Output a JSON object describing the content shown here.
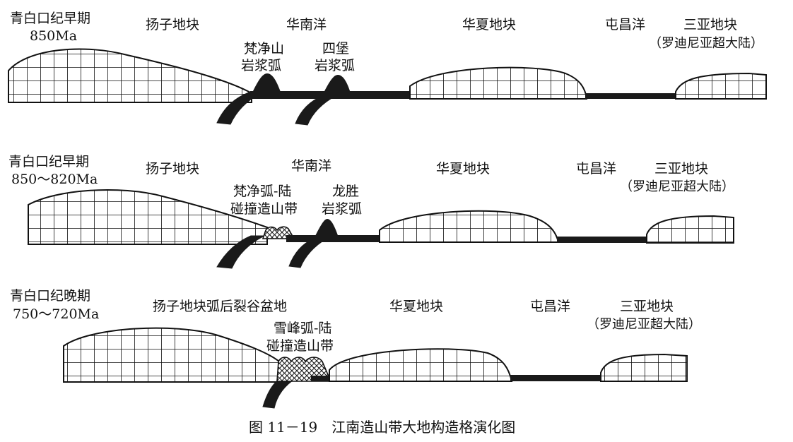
{
  "caption": "图 11－19　江南造山带大地构造格演化图",
  "stages": [
    {
      "period": "青白口纪早期",
      "age": "850Ma",
      "blocks": {
        "yangtze": "扬子地块",
        "south_china_ocean": "华南洋",
        "cathaysia": "华夏地块",
        "tunchang_ocean": "屯昌洋",
        "sanya": "三亚地块",
        "sanya_note": "（罗迪尼亚超大陆）"
      },
      "arcs": [
        {
          "line1": "梵净山",
          "line2": "岩浆弧"
        },
        {
          "line1": "四堡",
          "line2": "岩浆弧"
        }
      ]
    },
    {
      "period": "青白口纪早期",
      "age": "850～820Ma",
      "blocks": {
        "yangtze": "扬子地块",
        "south_china_ocean": "华南洋",
        "cathaysia": "华夏地块",
        "tunchang_ocean": "屯昌洋",
        "sanya": "三亚地块",
        "sanya_note": "（罗迪尼亚超大陆）"
      },
      "features": [
        {
          "line1": "梵净弧-陆",
          "line2": "碰撞造山带"
        },
        {
          "line1": "龙胜",
          "line2": "岩浆弧"
        }
      ]
    },
    {
      "period": "青白口纪晚期",
      "age": "750～720Ma",
      "blocks": {
        "yangtze": "扬子地块弧后裂谷盆地",
        "cathaysia": "华夏地块",
        "tunchang_ocean": "屯昌洋",
        "sanya": "三亚地块",
        "sanya_note": "（罗迪尼亚超大陆）"
      },
      "features": [
        {
          "line1": "雪峰弧-陆",
          "line2": "碰撞造山带"
        }
      ]
    }
  ]
}
